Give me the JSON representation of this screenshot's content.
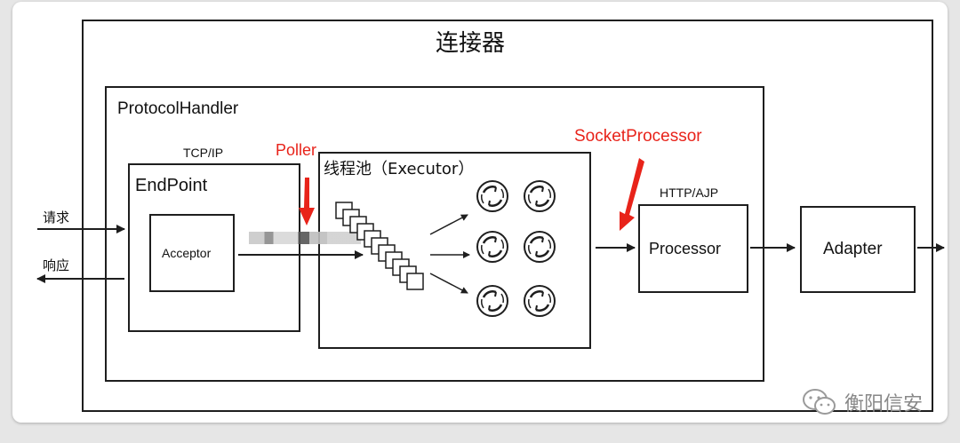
{
  "diagram": {
    "connector_title": "连接器",
    "protocol_handler_label": "ProtocolHandler",
    "tcpip_label": "TCP/IP",
    "endpoint_label": "EndPoint",
    "acceptor_label": "Acceptor",
    "poller_label": "Poller",
    "executor_label": "线程池（Executor）",
    "socket_processor_label": "SocketProcessor",
    "http_ajp_label": "HTTP/AJP",
    "processor_label": "Processor",
    "adapter_label": "Adapter",
    "request_label": "请求",
    "response_label": "响应",
    "annotation_color": "#e8231a"
  },
  "watermark": {
    "text": "衡阳信安"
  }
}
